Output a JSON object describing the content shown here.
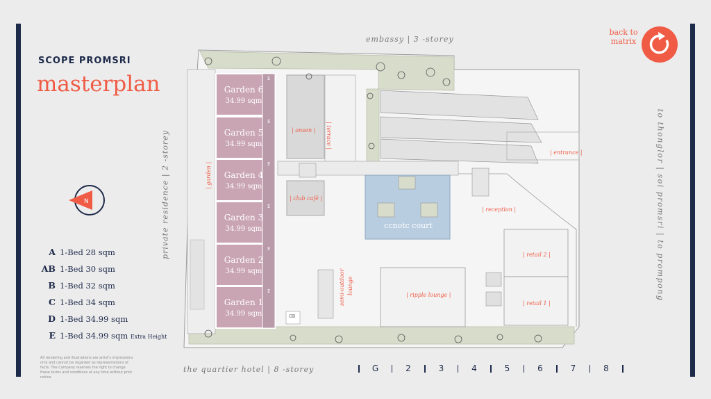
{
  "brand": "SCOPE PROMSRI",
  "title": "masterplan",
  "back": {
    "label_line1": "back to",
    "label_line2": "matrix",
    "icon": "refresh-icon"
  },
  "compass": {
    "letter": "N"
  },
  "surroundings": {
    "top": "embassy  |  3 -storey",
    "bottom": "the quartier hotel  |  8 -storey",
    "left": "private residence  |  2 -storey",
    "right": "to thonglor  |  soi promsri  |  to prompong"
  },
  "legend": [
    {
      "code": "A",
      "text": "1-Bed 28 sqm",
      "extra": ""
    },
    {
      "code": "AB",
      "text": "1-Bed 30 sqm",
      "extra": ""
    },
    {
      "code": "B",
      "text": "1-Bed 32 sqm",
      "extra": ""
    },
    {
      "code": "C",
      "text": "1-Bed 34 sqm",
      "extra": ""
    },
    {
      "code": "D",
      "text": "1-Bed 34.99 sqm",
      "extra": ""
    },
    {
      "code": "E",
      "text": "1-Bed 34.99 sqm",
      "extra": "Extra Height"
    }
  ],
  "disclaimer": "All rendering and illustrations are artist's impressions only and cannot be regarded as representations of facts. The Company reserves the right to change these terms and conditions at any time without prior notice.",
  "floors": [
    "G",
    "2",
    "3",
    "4",
    "5",
    "6",
    "7",
    "8"
  ],
  "gardens": [
    {
      "name": "Garden 6",
      "size": "34.99 sqm",
      "flag": "E"
    },
    {
      "name": "Garden 5",
      "size": "34.99 sqm",
      "flag": "E"
    },
    {
      "name": "Garden 4",
      "size": "34.99 sqm",
      "flag": "E"
    },
    {
      "name": "Garden 3",
      "size": "34.99 sqm",
      "flag": "E"
    },
    {
      "name": "Garden 2",
      "size": "34.99 sqm",
      "flag": "E"
    },
    {
      "name": "Garden 1",
      "size": "34.99 sqm",
      "flag": "E"
    }
  ],
  "areas": {
    "onsen": "| onsen |",
    "terrace": "| terrace |",
    "club_cafe": "| club café |",
    "garden": "| garden |",
    "court": "ccnotc court",
    "reception": "| reception |",
    "entrance": "| entrance |",
    "retail2": "| retail 2 |",
    "retail1": "| retail 1 |",
    "ripple": "| ripple lounge |",
    "semi_line1": "semi-outdoor",
    "semi_line2": "lounge",
    "gb": "GB"
  },
  "colors": {
    "accent": "#ef5b45",
    "navy": "#1e2a4a",
    "garden_unit": "#c9a4b3",
    "court": "#b9cde0",
    "planting": "#d8dccb"
  }
}
